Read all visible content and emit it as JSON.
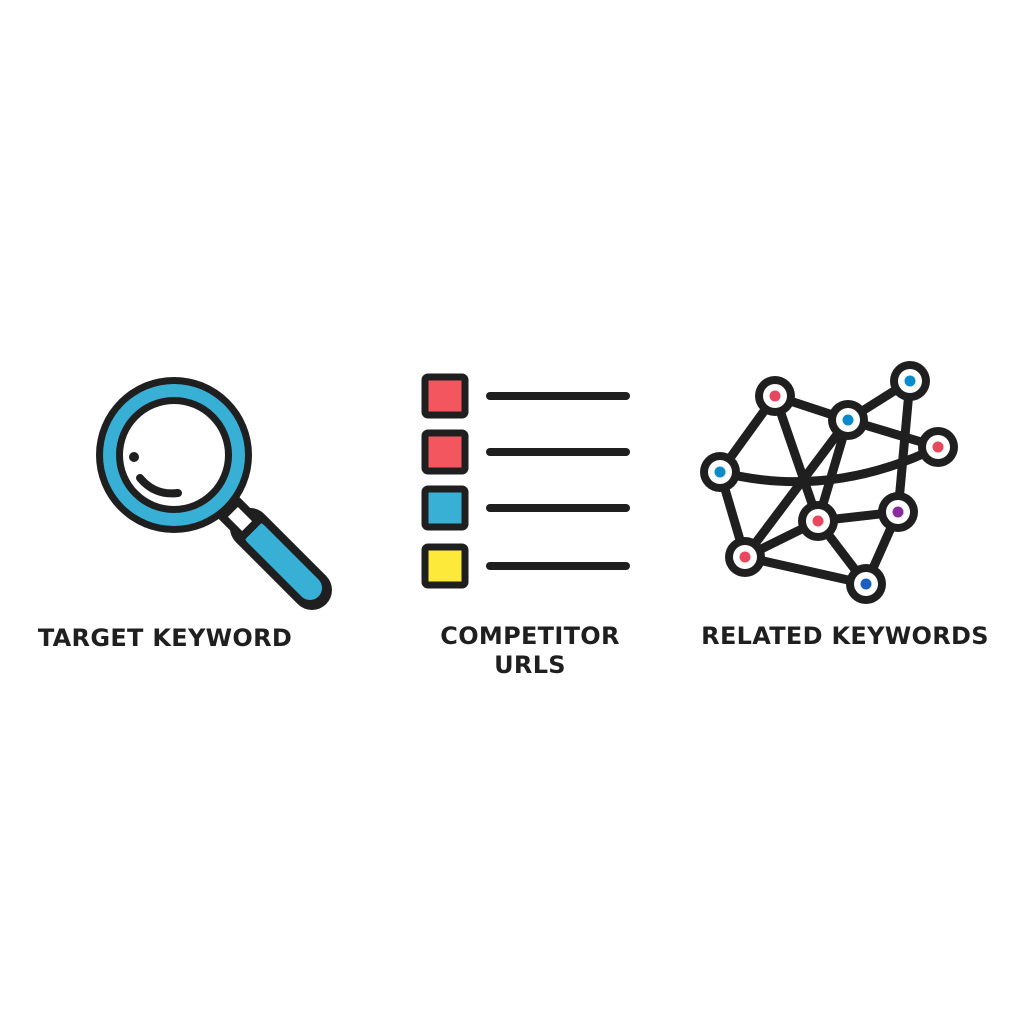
{
  "items": [
    {
      "label": "TARGET KEYWORD",
      "icon": "magnifier-icon"
    },
    {
      "label_line1": "COMPETITOR",
      "label_line2": "URLS",
      "icon": "list-icon"
    },
    {
      "label": "RELATED KEYWORDS",
      "icon": "network-icon"
    }
  ],
  "colors": {
    "stroke": "#1f1f1f",
    "blue": "#38b0d6",
    "red": "#f4565f",
    "yellow": "#fde93a",
    "node_red": "#e8475e",
    "node_blue": "#0a8ccc",
    "node_purple": "#8a2a9e",
    "node_darkblue": "#1d5fc0"
  },
  "list_swatches": [
    "red",
    "red",
    "blue",
    "yellow"
  ],
  "network": {
    "nodes": [
      {
        "id": "a",
        "color": "node_red"
      },
      {
        "id": "b",
        "color": "node_blue"
      },
      {
        "id": "c",
        "color": "node_blue"
      },
      {
        "id": "d",
        "color": "node_red"
      },
      {
        "id": "e",
        "color": "node_blue"
      },
      {
        "id": "f",
        "color": "node_purple"
      },
      {
        "id": "g",
        "color": "node_red"
      },
      {
        "id": "h",
        "color": "node_red"
      },
      {
        "id": "i",
        "color": "node_darkblue"
      }
    ],
    "edges": [
      [
        "a",
        "b"
      ],
      [
        "b",
        "c"
      ],
      [
        "b",
        "d"
      ],
      [
        "c",
        "f"
      ],
      [
        "a",
        "e"
      ],
      [
        "a",
        "g"
      ],
      [
        "e",
        "h"
      ],
      [
        "b",
        "h"
      ],
      [
        "b",
        "g"
      ],
      [
        "g",
        "f"
      ],
      [
        "g",
        "h"
      ],
      [
        "g",
        "i"
      ],
      [
        "h",
        "i"
      ],
      [
        "f",
        "i"
      ]
    ]
  }
}
